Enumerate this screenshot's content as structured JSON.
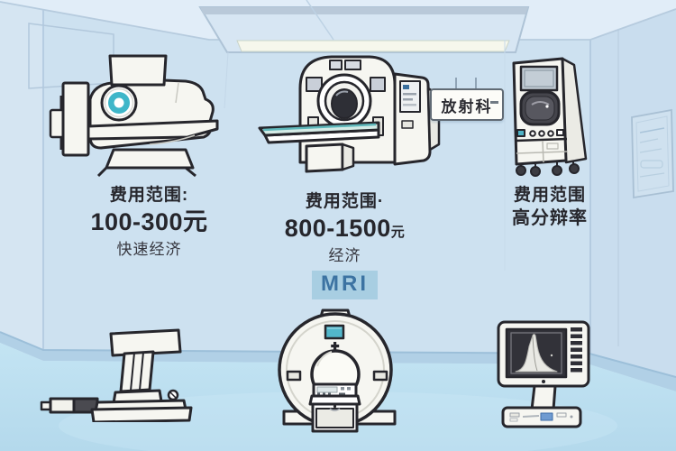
{
  "scene": {
    "department_sign": "放射科",
    "mri_tag": "MRI"
  },
  "labels": {
    "xray": {
      "range_title": "费用范围:",
      "price": "100-300元",
      "note": "快速经济"
    },
    "ct": {
      "range_title": "费用范围·",
      "price": "800-1500",
      "price_unit": "元",
      "note": "经济"
    },
    "mobile": {
      "range_title": "费用范围",
      "note": "高分辩率"
    }
  },
  "icons": {
    "top_left": "xray-tube-head-illustration",
    "top_center": "ct-scanner-illustration",
    "top_right": "mobile-imaging-cart-illustration",
    "bottom_left": "xray-positioning-table-illustration",
    "bottom_center": "mri-gantry-front-illustration",
    "bottom_right": "diagnostic-workstation-illustration"
  },
  "colors": {
    "accent_teal": "#3fb6c9",
    "mri_tag_bg": "#a8cee2",
    "mri_tag_text": "#3c73a2",
    "wall": "#cde1f0",
    "ceiling": "#e1edf8",
    "wainscot": "#b1d0e6",
    "floor": "#bfe2f2",
    "outline_ink": "#26262c",
    "machine_body": "#f6f6f1"
  }
}
